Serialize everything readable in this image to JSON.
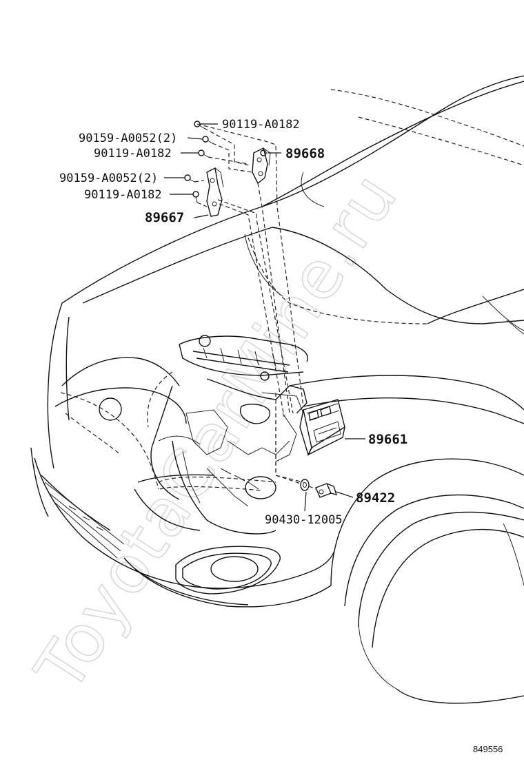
{
  "watermark": "ToyotaCarMine.ru",
  "diagram_code": "849556",
  "labels": {
    "bolt_top": "90119-A0182",
    "bolt_a_upper": "90159-A0052(2)",
    "bolt_b_upper": "90119-A0182",
    "bracket_upper": "89668",
    "bolt_a_lower": "90159-A0052(2)",
    "bolt_b_lower": "90119-A0182",
    "bracket_lower": "89667",
    "ecu": "89661",
    "sensor": "89422",
    "gasket": "90430-12005"
  }
}
